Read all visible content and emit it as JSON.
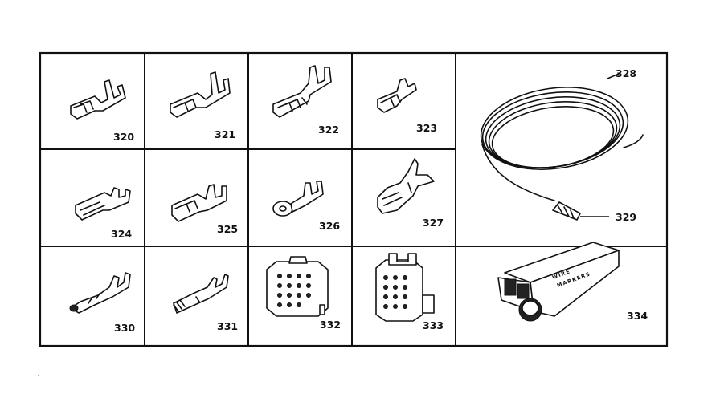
{
  "parts": [
    {
      "id": "p320",
      "label": "320"
    },
    {
      "id": "p321",
      "label": "321"
    },
    {
      "id": "p322",
      "label": "322"
    },
    {
      "id": "p323",
      "label": "323"
    },
    {
      "id": "p324",
      "label": "324"
    },
    {
      "id": "p325",
      "label": "325"
    },
    {
      "id": "p326",
      "label": "326"
    },
    {
      "id": "p327",
      "label": "327"
    },
    {
      "id": "p328",
      "label": "328"
    },
    {
      "id": "p329",
      "label": "329"
    },
    {
      "id": "p330",
      "label": "330"
    },
    {
      "id": "p331",
      "label": "331"
    },
    {
      "id": "p332",
      "label": "332"
    },
    {
      "id": "p333",
      "label": "333"
    },
    {
      "id": "p334",
      "label": "334"
    }
  ],
  "marker_box": {
    "line1": "WIRE",
    "line2": "MARKERS"
  }
}
